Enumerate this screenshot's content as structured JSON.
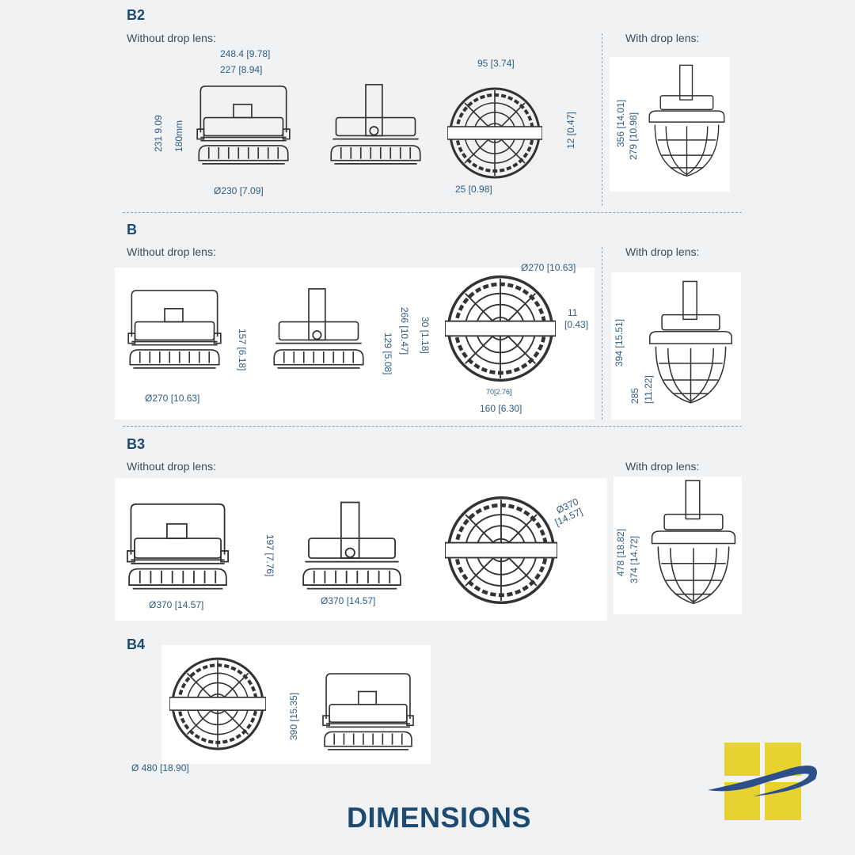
{
  "sections": [
    {
      "id": "B2",
      "without": "Without drop lens:",
      "with": "With drop lens:",
      "dims": [
        "248.4 [9.78]",
        "227 [8.94]",
        "231 9.09",
        "180mm",
        "Ø230 [7.09]",
        "95 [3.74]",
        "12 [0.47]",
        "25 [0.98]",
        "356 [14.01]",
        "279 [10.98]"
      ]
    },
    {
      "id": "B",
      "without": "Without drop lens:",
      "with": "With drop lens:",
      "dims": [
        "157 [6.18]",
        "Ø270 [10.63]",
        "266 [10.47]",
        "129 [5.08]",
        "30 [1.18]",
        "Ø270 [10.63]",
        "11",
        "[0.43]",
        "70[2.76]",
        "160 [6.30]",
        "394 [15.51]",
        "285",
        "[11.22]"
      ]
    },
    {
      "id": "B3",
      "without": "Without drop lens:",
      "with": "With drop lens:",
      "dims": [
        "197 [7.76]",
        "Ø370 [14.57]",
        "Ø370 [14.57]",
        "Ø370",
        "[14.57]",
        "478 [18.82]",
        "374 [14.72]"
      ]
    },
    {
      "id": "B4",
      "dims": [
        "Ø  480 [18.90]",
        "390 [15.35]"
      ]
    }
  ],
  "footer": {
    "title": "DIMENSIONS"
  },
  "colors": {
    "heading": "#1d4a70",
    "dimension": "#2f5b80",
    "logo_yellow": "#e8d22f",
    "logo_blue": "#2c4f8a"
  }
}
